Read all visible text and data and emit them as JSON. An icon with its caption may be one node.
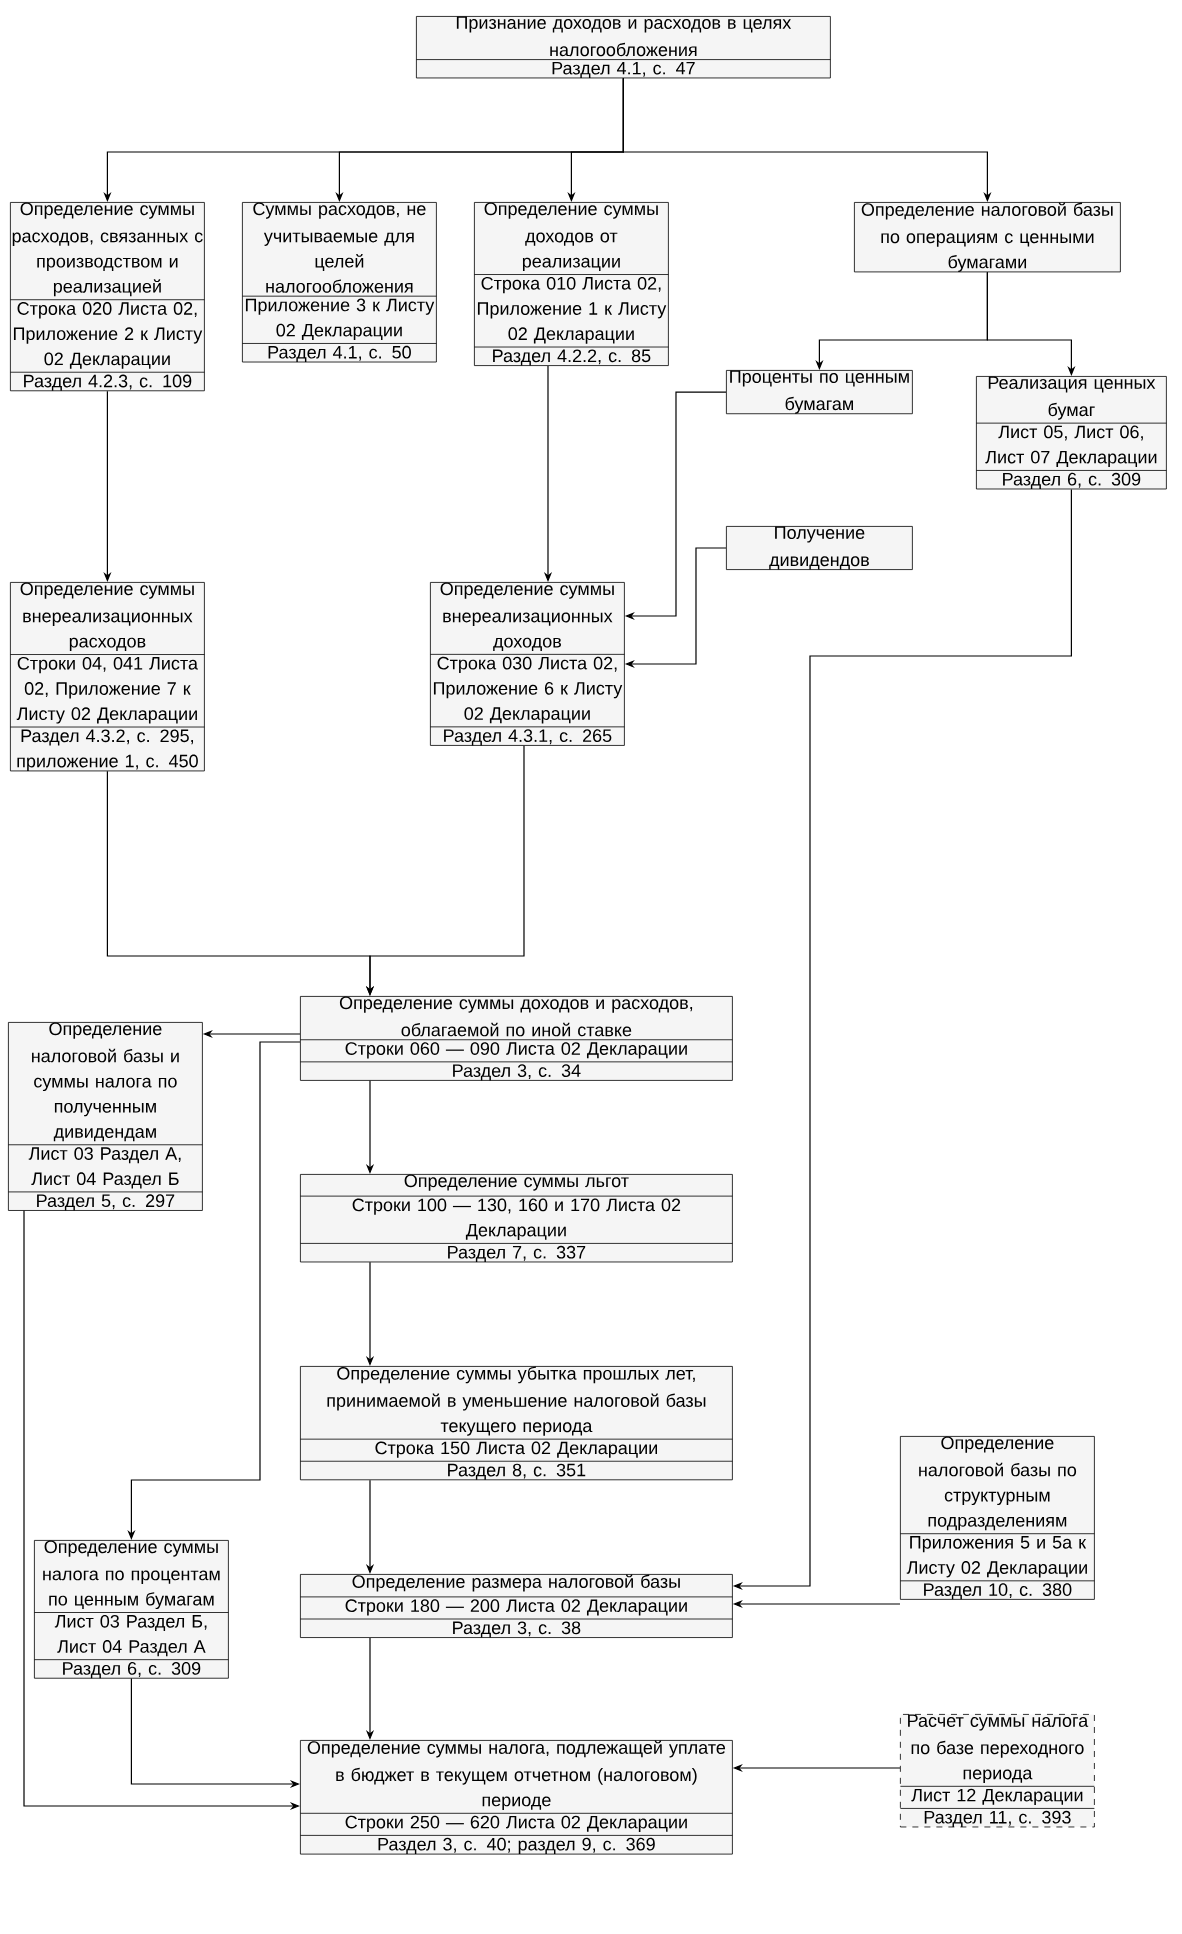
{
  "diagram": {
    "nodes": [
      {
        "text": [
          "Признание доходов и расходов в целях налогообложения",
          "Раздел 4.1, с. 47"
        ]
      },
      {
        "text": [
          "Определение суммы расходов, связанных с производством и реализацией",
          "Строка 020 Листа 02, Приложение 2 к Листу 02 Декларации",
          "Раздел 4.2.3, с. 109"
        ]
      },
      {
        "text": [
          "Суммы расходов, не учитываемые для целей налогообложения",
          "Приложение 3 к Листу 02 Декларации",
          "Раздел 4.1, с. 50"
        ]
      },
      {
        "text": [
          "Определение суммы доходов от реализации",
          "Строка 010 Листа 02, Приложение 1 к Листу 02 Декларации",
          "Раздел 4.2.2, с. 85"
        ]
      },
      {
        "text": [
          "Определение налоговой базы по операциям с ценными бумагами"
        ]
      },
      {
        "text": [
          "Проценты по ценным бумагам"
        ]
      },
      {
        "text": [
          "Реализация ценных бумаг",
          "Лист 05, Лист 06, Лист 07 Декларации",
          "Раздел 6, с. 309"
        ]
      },
      {
        "text": [
          "Получение дивидендов"
        ]
      },
      {
        "text": [
          "Определение суммы внереализационных расходов",
          "Строки 04, 041 Листа 02, Приложение 7 к Листу 02 Декларации",
          "Раздел 4.3.2, с. 295, приложение 1, с. 450"
        ]
      },
      {
        "text": [
          "Определение суммы внереализационных доходов",
          "Строка 030 Листа 02, Приложение 6 к Листу 02 Декларации",
          "Раздел 4.3.1, с. 265"
        ]
      },
      {
        "text": [
          "Определение суммы доходов и расходов, облагаемой по иной ставке",
          "Строки 060 — 090 Листа 02 Декларации",
          "Раздел 3, с. 34"
        ]
      },
      {
        "text": [
          "Определение налоговой базы и суммы налога по полученным дивидендам",
          "Лист 03 Раздел А, Лист 04 Раздел Б",
          "Раздел 5, с. 297"
        ]
      },
      {
        "text": [
          "Определение суммы льгот",
          "Строки 100 — 130, 160 и 170 Листа 02 Декларации",
          "Раздел 7, с. 337"
        ]
      },
      {
        "text": [
          "Определение суммы убытка прошлых лет, принимаемой в уменьшение налоговой базы текущего периода",
          "Строка 150 Листа 02 Декларации",
          "Раздел 8, с. 351"
        ]
      },
      {
        "text": [
          "Определение налоговой базы по структурным подразделениям",
          "Приложения 5 и 5а к Листу 02 Декларации",
          "Раздел 10, с. 380"
        ]
      },
      {
        "text": [
          "Определение суммы налога по процентам по ценным бумагам",
          "Лист 03 Раздел Б, Лист 04 Раздел А",
          "Раздел 6, с. 309"
        ]
      },
      {
        "text": [
          "Определение размера налоговой базы",
          "Строки 180 — 200 Листа 02 Декларации",
          "Раздел 3, с. 38"
        ]
      },
      {
        "text": [
          "Определение суммы налога, подлежащей уплате в бюджет в текущем отчетном (налоговом) периоде",
          "Строки 250 — 620 Листа 02 Декларации",
          "Раздел 3, с. 40; раздел 9, с. 369"
        ]
      },
      {
        "text": [
          "Расчет суммы налога по базе переходного периода",
          "Лист 12 Декларации",
          "Раздел 11, с. 393"
        ]
      }
    ],
    "edges": [
      {
        "from": 0,
        "to": 1,
        "arrow": "to"
      },
      {
        "from": 0,
        "to": 2,
        "arrow": "to"
      },
      {
        "from": 0,
        "to": 3,
        "arrow": "to"
      },
      {
        "from": 0,
        "to": 4,
        "arrow": "to"
      },
      {
        "from": 1,
        "to": 8,
        "arrow": "to"
      },
      {
        "from": 3,
        "to": 9,
        "arrow": "to"
      },
      {
        "from": 4,
        "to": 5,
        "arrow": "to"
      },
      {
        "from": 4,
        "to": 6,
        "arrow": "to"
      },
      {
        "from": 5,
        "to": 9,
        "arrow": "to"
      },
      {
        "from": 7,
        "to": 9,
        "arrow": "to"
      },
      {
        "from": 8,
        "to": 10,
        "arrow": "to"
      },
      {
        "from": 9,
        "to": 10,
        "arrow": "to"
      },
      {
        "from": 10,
        "to": 11,
        "arrow": "to"
      },
      {
        "from": 10,
        "to": 15,
        "arrow": "to"
      },
      {
        "from": 10,
        "to": 12,
        "arrow": "to"
      },
      {
        "from": 12,
        "to": 13,
        "arrow": "to"
      },
      {
        "from": 13,
        "to": 16,
        "arrow": "to"
      },
      {
        "from": 6,
        "to": 16,
        "arrow": "to"
      },
      {
        "from": 14,
        "to": 16,
        "arrow": "to"
      },
      {
        "from": 16,
        "to": 17,
        "arrow": "to"
      },
      {
        "from": 11,
        "to": 17,
        "arrow": "to"
      },
      {
        "from": 15,
        "to": 17,
        "arrow": "to"
      },
      {
        "from": 18,
        "to": 17,
        "arrow": "to"
      }
    ]
  }
}
